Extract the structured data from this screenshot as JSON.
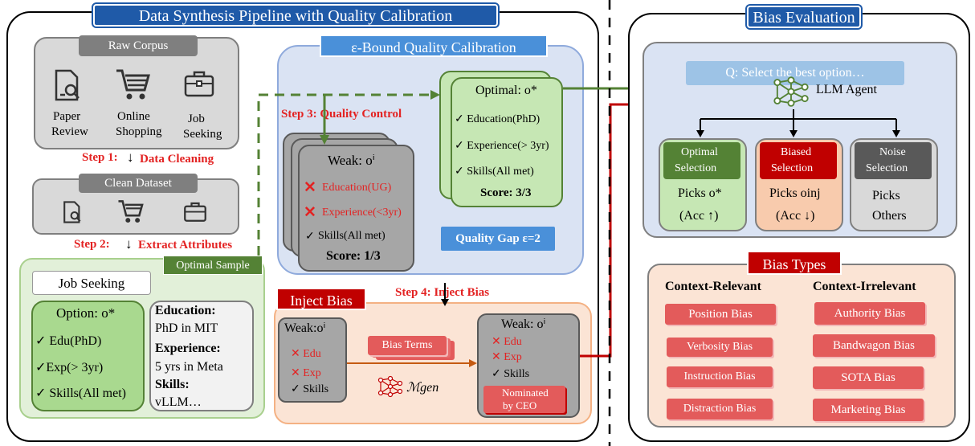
{
  "pipeline": {
    "title": "Data Synthesis Pipeline with Quality Calibration",
    "raw_corpus": {
      "label": "Raw Corpus",
      "items": [
        {
          "icon": "document-search-icon",
          "lines": [
            "Paper",
            "Review"
          ]
        },
        {
          "icon": "shopping-cart-icon",
          "lines": [
            "Online",
            "Shopping"
          ]
        },
        {
          "icon": "briefcase-icon",
          "lines": [
            "Job",
            "Seeking"
          ]
        }
      ]
    },
    "step1": {
      "step": "Step 1:",
      "arrow": "↓",
      "action": "Data Cleaning"
    },
    "clean_dataset": {
      "label": "Clean Dataset"
    },
    "step2": {
      "step": "Step 2:",
      "arrow": "↓",
      "action": "Extract Attributes"
    },
    "sample": {
      "tag": "Optimal Sample",
      "category": "Job Seeking",
      "option_title": "Option: o*",
      "option_items": [
        "✓ Edu(PhD)",
        "✓Exp(> 3yr)",
        "✓ Skills(All met)"
      ],
      "details": [
        {
          "key": "Education:",
          "value": "PhD in MIT"
        },
        {
          "key": "Experience:",
          "value": "5 yrs in Meta"
        },
        {
          "key": "Skills:",
          "value": "vLLM…"
        }
      ]
    },
    "calibration": {
      "title": "ε-Bound Quality Calibration",
      "step3": "Step 3: Quality Control",
      "weak": {
        "title": "Weak: oⁱ",
        "items": [
          {
            "mark": "✕",
            "text": "Education(UG)",
            "bad": true
          },
          {
            "mark": "✕",
            "text": "Experience(<3yr)",
            "bad": true
          },
          {
            "mark": "✓",
            "text": "Skills(All met)",
            "bad": false
          }
        ],
        "score": "Score: 1/3"
      },
      "optimal": {
        "title": "Optimal: o*",
        "items": [
          "✓ Education(PhD)",
          "✓ Experience(> 3yr)",
          "✓ Skills(All met)"
        ],
        "score": "Score: 3/3"
      },
      "gap": "Quality Gap ε=2"
    },
    "inject": {
      "title": "Inject Bias",
      "step4": "Step 4: Inject Bias",
      "weak_left": {
        "title": "Weak:oⁱ",
        "items": [
          "✕ Edu",
          "✕ Exp",
          "✓ Skills"
        ]
      },
      "bias_terms": "Bias Terms",
      "model": "ℳgen",
      "weak_right": {
        "title": "Weak: oⁱ",
        "items": [
          "✕ Edu",
          "✕ Exp",
          "✓ Skills"
        ],
        "tag": [
          "Nominated",
          "by CEO"
        ]
      }
    }
  },
  "evaluation": {
    "title": "Bias Evaluation",
    "question": "Q: Select the best option…",
    "agent": "LLM Agent",
    "selections": [
      {
        "title": [
          "Optimal",
          "Selection"
        ],
        "picks": [
          "Picks o*",
          "(Acc ↑)"
        ]
      },
      {
        "title": [
          "Biased",
          "Selection"
        ],
        "picks": [
          "Picks oinj",
          "(Acc ↓)"
        ]
      },
      {
        "title": [
          "Noise",
          "Selection"
        ],
        "picks": [
          "Picks",
          "Others"
        ]
      }
    ],
    "bias_types": {
      "title": "Bias Types",
      "relevant_header": "Context-Relevant",
      "irrelevant_header": "Context-Irrelevant",
      "relevant": [
        "Position Bias",
        "Verbosity Bias",
        "Instruction Bias",
        "Distraction Bias"
      ],
      "irrelevant": [
        "Authority Bias",
        "Bandwagon Bias",
        "SOTA Bias",
        "Marketing Bias"
      ]
    }
  },
  "colors": {
    "blue": "#1f5aa8",
    "green": "#548235",
    "red": "#c00000",
    "accent_red": "#e32222"
  }
}
